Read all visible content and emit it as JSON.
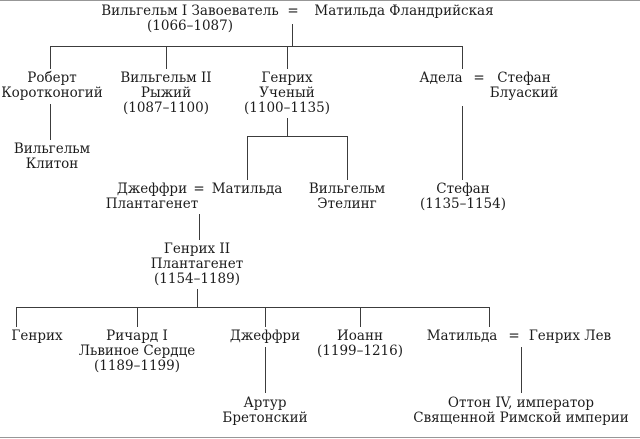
{
  "colors": {
    "background": "#ffffff",
    "line": "#3c3c3c",
    "text": "#1c1c1c"
  },
  "symbols": {
    "marriage": "="
  },
  "persons": {
    "william1": {
      "lines": [
        "Вильгельм I Завоеватель",
        "(1066–1087)"
      ]
    },
    "matilda_flanders": {
      "lines": [
        "Матильда Фландрийская"
      ]
    },
    "robert": {
      "lines": [
        "Роберт",
        "Коротконогий"
      ]
    },
    "william2": {
      "lines": [
        "Вильгельм II",
        "Рыжий",
        "(1087–1100)"
      ]
    },
    "henry1": {
      "lines": [
        "Генрих",
        "Ученый",
        "(1100–1135)"
      ]
    },
    "adela": {
      "lines": [
        "Адела"
      ]
    },
    "stephen_blois": {
      "lines": [
        "Стефан",
        "Блуаский"
      ]
    },
    "william_cliton": {
      "lines": [
        "Вильгельм",
        "Клитон"
      ]
    },
    "geoffrey_plantagenet": {
      "lines": [
        "Джеффри",
        "Плантагенет"
      ]
    },
    "matilda_empress": {
      "lines": [
        "Матильда"
      ]
    },
    "william_adelin": {
      "lines": [
        "Вильгельм",
        "Этелинг"
      ]
    },
    "stephen_king": {
      "lines": [
        "Стефан",
        "(1135–1154)"
      ]
    },
    "henry2": {
      "lines": [
        "Генрих II",
        "Плантагенет",
        "(1154–1189)"
      ]
    },
    "henry_young": {
      "lines": [
        "Генрих"
      ]
    },
    "richard1": {
      "lines": [
        "Ричард I",
        "Львиное Сердце",
        "(1189–1199)"
      ]
    },
    "geoffrey2": {
      "lines": [
        "Джеффри"
      ]
    },
    "john": {
      "lines": [
        "Иоанн",
        "(1199–1216)"
      ]
    },
    "matilda2": {
      "lines": [
        "Матильда"
      ]
    },
    "henry_lion": {
      "lines": [
        "Генрих Лев"
      ]
    },
    "arthur": {
      "lines": [
        "Артур",
        "Бретонский"
      ]
    },
    "otto4": {
      "lines": [
        "Оттон IV, император",
        "Священной Римской империи"
      ]
    }
  }
}
